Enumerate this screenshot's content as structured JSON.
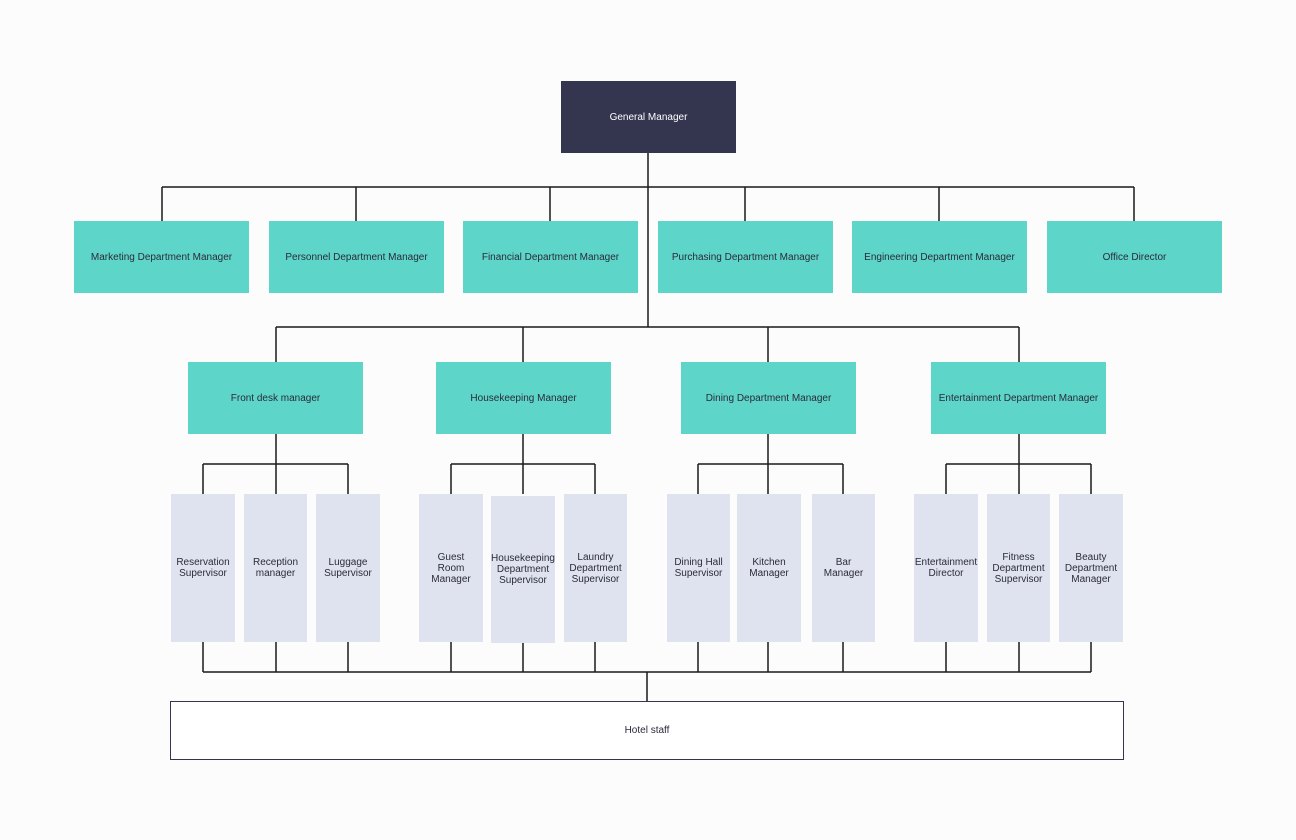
{
  "colors": {
    "gm": "#343650",
    "department": "#5dd5c8",
    "role": "#dfe3ef",
    "line": "#1a1a1a",
    "background": "#fcfcfc"
  },
  "general_manager": "General Manager",
  "departments": [
    "Marketing Department Manager",
    "Personnel Department Manager",
    "Financial Department Manager",
    "Purchasing Department Manager",
    "Engineering Department Manager",
    "Office Director"
  ],
  "operations": [
    {
      "label": "Front desk manager",
      "roles": [
        "Reservation Supervisor",
        "Reception manager",
        "Luggage Supervisor"
      ]
    },
    {
      "label": "Housekeeping Manager",
      "roles": [
        "Guest Room Manager",
        "Housekeeping Department Supervisor",
        "Laundry Department Supervisor"
      ]
    },
    {
      "label": "Dining Department Manager",
      "roles": [
        "Dining Hall Supervisor",
        "Kitchen Manager",
        "Bar Manager"
      ]
    },
    {
      "label": "Entertainment Department Manager",
      "roles": [
        "Entertainment Director",
        "Fitness Department Supervisor",
        "Beauty Department Manager"
      ]
    }
  ],
  "staff": "Hotel staff"
}
